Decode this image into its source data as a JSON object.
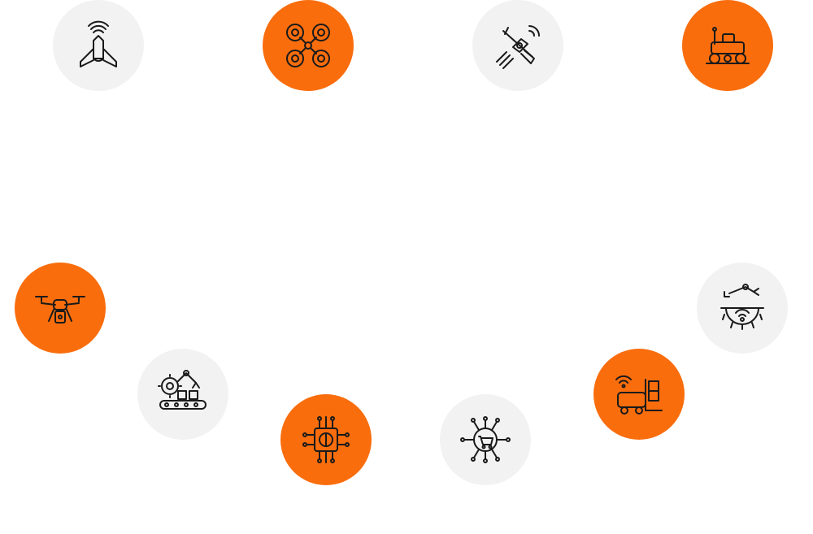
{
  "colors": {
    "accent": "#f96d0d",
    "light": "#f2f2f2",
    "line": "#1a1a1a",
    "background": "#ffffff"
  },
  "icons": [
    {
      "name": "vtol-drone-icon",
      "style": "light"
    },
    {
      "name": "quadcopter-drone-icon",
      "style": "accent"
    },
    {
      "name": "fixed-wing-drone-icon",
      "style": "light"
    },
    {
      "name": "rover-robot-icon",
      "style": "accent"
    },
    {
      "name": "delivery-drone-icon",
      "style": "accent"
    },
    {
      "name": "factory-robot-arm-icon",
      "style": "light"
    },
    {
      "name": "ai-chip-icon",
      "style": "accent"
    },
    {
      "name": "ecommerce-circuit-icon",
      "style": "light"
    },
    {
      "name": "autonomous-forklift-icon",
      "style": "accent"
    },
    {
      "name": "wireless-robot-arm-gear-icon",
      "style": "light"
    }
  ]
}
